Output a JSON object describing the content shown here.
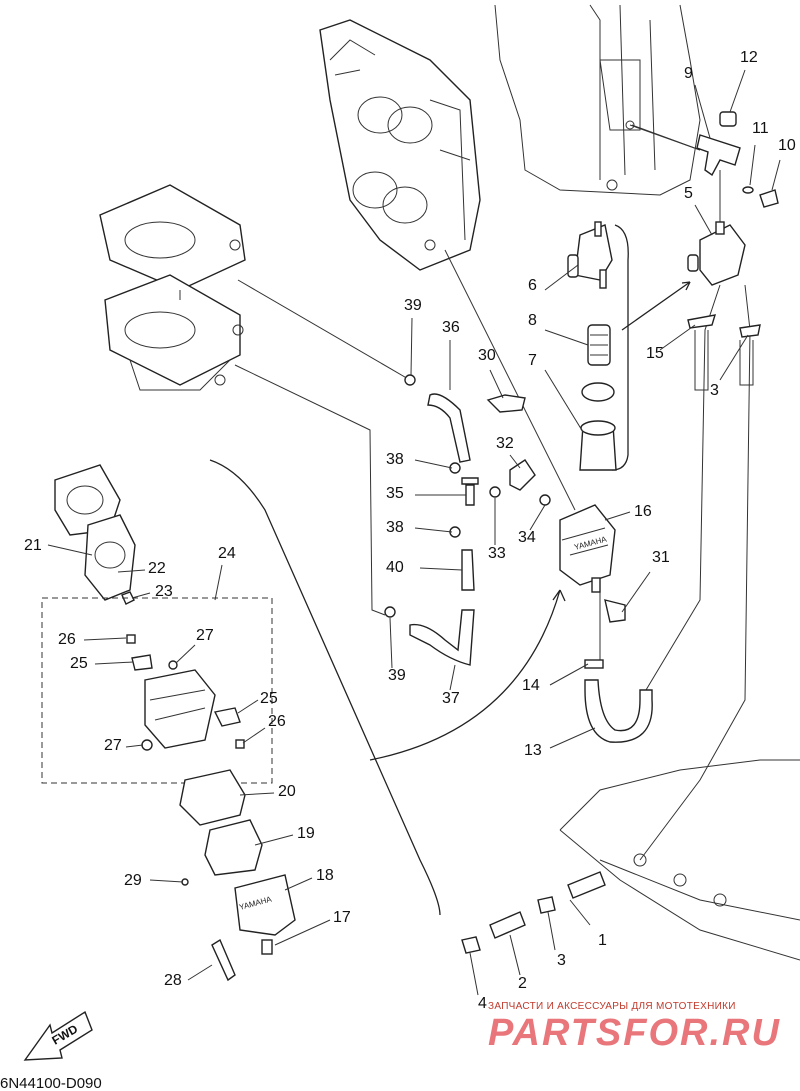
{
  "callouts": [
    {
      "id": "c1",
      "label": "1"
    },
    {
      "id": "c2",
      "label": "2"
    },
    {
      "id": "c3a",
      "label": "3"
    },
    {
      "id": "c3b",
      "label": "3"
    },
    {
      "id": "c4",
      "label": "4"
    },
    {
      "id": "c5",
      "label": "5"
    },
    {
      "id": "c6",
      "label": "6"
    },
    {
      "id": "c7",
      "label": "7"
    },
    {
      "id": "c8",
      "label": "8"
    },
    {
      "id": "c9",
      "label": "9"
    },
    {
      "id": "c10",
      "label": "10"
    },
    {
      "id": "c11",
      "label": "11"
    },
    {
      "id": "c12",
      "label": "12"
    },
    {
      "id": "c13",
      "label": "13"
    },
    {
      "id": "c14",
      "label": "14"
    },
    {
      "id": "c15",
      "label": "15"
    },
    {
      "id": "c16",
      "label": "16"
    },
    {
      "id": "c17",
      "label": "17"
    },
    {
      "id": "c18",
      "label": "18"
    },
    {
      "id": "c19",
      "label": "19"
    },
    {
      "id": "c20",
      "label": "20"
    },
    {
      "id": "c21",
      "label": "21"
    },
    {
      "id": "c22",
      "label": "22"
    },
    {
      "id": "c23",
      "label": "23"
    },
    {
      "id": "c24",
      "label": "24"
    },
    {
      "id": "c25a",
      "label": "25"
    },
    {
      "id": "c25b",
      "label": "25"
    },
    {
      "id": "c26a",
      "label": "26"
    },
    {
      "id": "c26b",
      "label": "26"
    },
    {
      "id": "c27a",
      "label": "27"
    },
    {
      "id": "c27b",
      "label": "27"
    },
    {
      "id": "c28",
      "label": "28"
    },
    {
      "id": "c29",
      "label": "29"
    },
    {
      "id": "c30",
      "label": "30"
    },
    {
      "id": "c31",
      "label": "31"
    },
    {
      "id": "c32",
      "label": "32"
    },
    {
      "id": "c33",
      "label": "33"
    },
    {
      "id": "c34",
      "label": "34"
    },
    {
      "id": "c35",
      "label": "35"
    },
    {
      "id": "c36",
      "label": "36"
    },
    {
      "id": "c37",
      "label": "37"
    },
    {
      "id": "c38a",
      "label": "38"
    },
    {
      "id": "c38b",
      "label": "38"
    },
    {
      "id": "c39a",
      "label": "39"
    },
    {
      "id": "c39b",
      "label": "39"
    },
    {
      "id": "c40",
      "label": "40"
    }
  ],
  "pump_brand": "YAMAHA",
  "fwd_label": "FWD",
  "diagram_code": "6N44100-D090",
  "watermark": {
    "tagline": "ЗАПЧАСТИ И АКСЕССУАРЫ ДЛЯ МОТОТЕХНИКИ",
    "logo": "PARTSFOR.RU"
  },
  "colors": {
    "ink": "#222222",
    "watermark_tagline": "#c0392b",
    "watermark_logo": "#e8767a"
  }
}
